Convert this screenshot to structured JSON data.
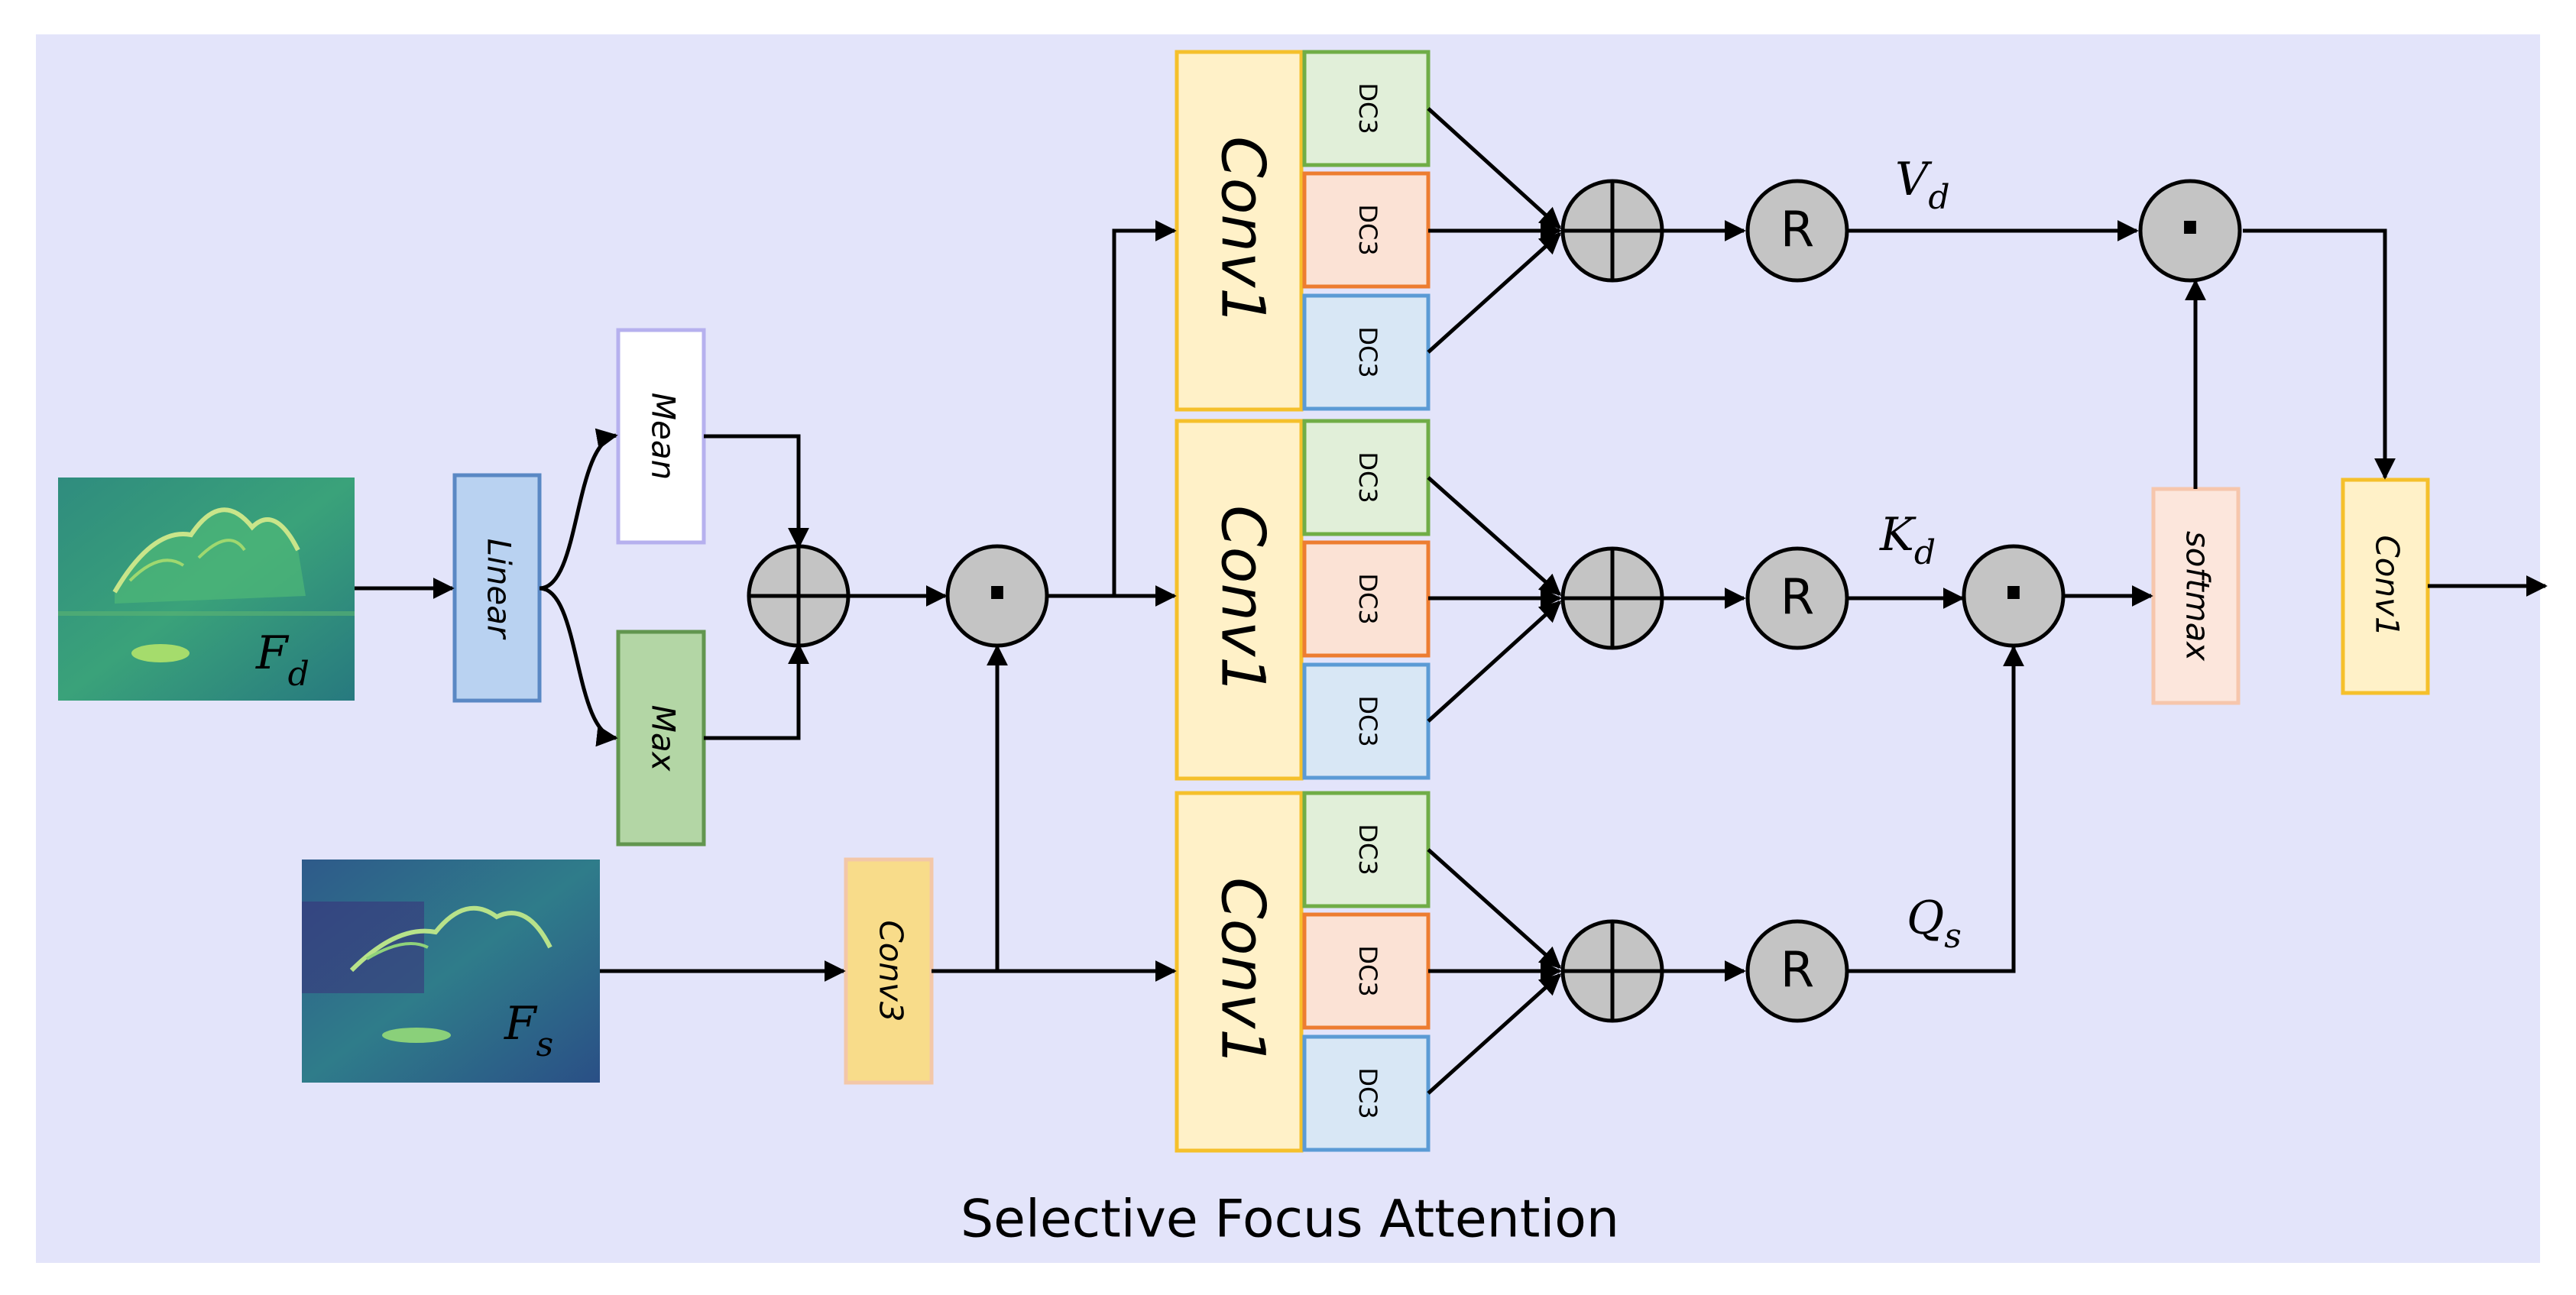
{
  "title": "Selective Focus Attention",
  "inputs": {
    "fd_label_main": "F",
    "fd_label_sub": "d",
    "fs_label_main": "F",
    "fs_label_sub": "s"
  },
  "blocks": {
    "linear": "Linear",
    "mean": "Mean",
    "max": "Max",
    "conv3": "Conv3",
    "conv1_top": "Conv1",
    "conv1_mid": "Conv1",
    "conv1_bot": "Conv1",
    "dc": "DC3",
    "softmax": "softmax",
    "conv1_out": "Conv1"
  },
  "operators": {
    "relu": "R",
    "dot": "·"
  },
  "flows": {
    "vd_main": "V",
    "vd_sub": "d",
    "kd_main": "K",
    "kd_sub": "d",
    "qs_main": "Q",
    "qs_sub": "s"
  },
  "colors": {
    "background": "#e3e4fa",
    "linear_fill": "#b9d2f1",
    "linear_stroke": "#5a88c4",
    "mean_fill": "#ffffff",
    "mean_stroke": "#b6b0ee",
    "max_fill": "#b3d6a5",
    "max_stroke": "#62964f",
    "conv_fill": "#fff1c8",
    "conv_stroke": "#f5c02b",
    "conv3_fill": "#f8dc8a",
    "conv3_stroke": "#f3c7a8",
    "dc_green_fill": "#e1efd9",
    "dc_green_stroke": "#70ad47",
    "dc_orange_fill": "#fbe2d5",
    "dc_orange_stroke": "#ed7d31",
    "dc_blue_fill": "#d8e7f5",
    "dc_blue_stroke": "#5b9bd5",
    "softmax_fill": "#fce6dc",
    "softmax_stroke": "#f6c6ac",
    "operator_fill": "#c4c4c4"
  }
}
